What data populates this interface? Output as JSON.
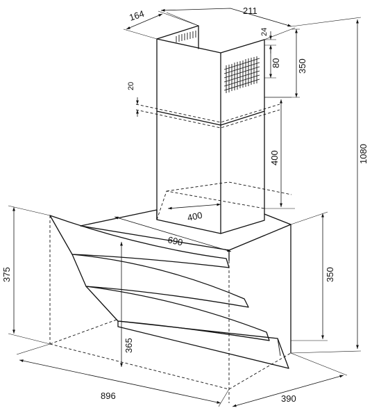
{
  "dimensions": {
    "chimney_depth": "164",
    "chimney_width": "211",
    "top_offset": "24",
    "vent_height": "80",
    "upper_chimney_height": "350",
    "chimney_overlap": "20",
    "lower_chimney_height": "400",
    "chimney_base": "400",
    "total_height": "1080",
    "body_depth": "690",
    "hood_height": "375",
    "back_height": "350",
    "front_height": "365",
    "width": "896",
    "depth": "390"
  }
}
